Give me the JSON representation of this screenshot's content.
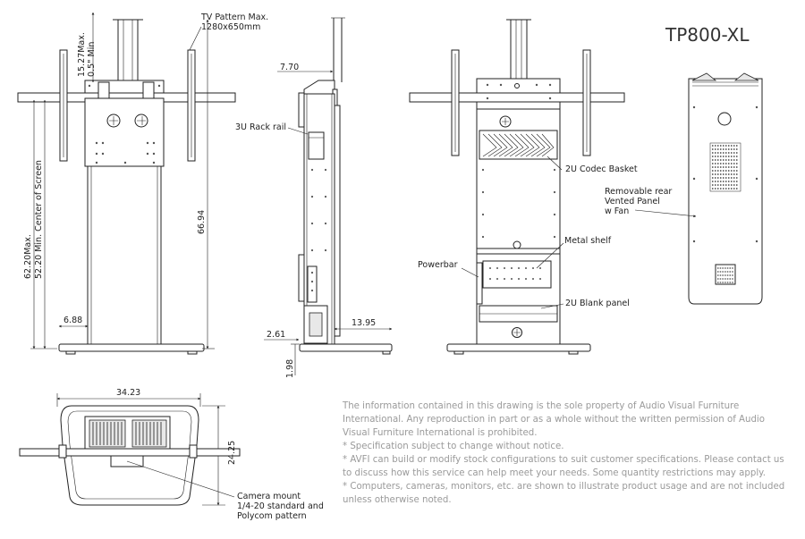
{
  "model": "TP800-XL",
  "labels": {
    "tv_pattern": [
      "TV Pattern Max.",
      "1280x650mm"
    ],
    "rack_rail": "3U Rack rail",
    "codec_basket": "2U Codec Basket",
    "rear_panel": [
      "Removable rear",
      "Vented Panel",
      "w Fan"
    ],
    "metal_shelf": "Metal shelf",
    "powerbar": "Powerbar",
    "blank_panel": "2U Blank panel",
    "camera_mount": [
      "Camera mount",
      "1/4-20 standard and",
      "Polycom pattern"
    ]
  },
  "dimensions": {
    "vertical_top": [
      "15.27Max.",
      "0.5\" Min"
    ],
    "center_screen": [
      "62.20Max.",
      "52.20 Min. Center of Screen"
    ],
    "height": "66.94",
    "base_offset": "6.88",
    "side_top": "7.70",
    "side_base": "13.95",
    "side_left": "2.61",
    "side_bottom": "1.98",
    "top_width": "34.23",
    "top_depth": "24.25"
  },
  "notes": [
    "The information contained in this drawing is the sole property of Audio Visual Furniture International. Any reproduction in part or as a whole without the written permission of Audio Visual Furniture International is prohibited.",
    "* Specification subject to change without notice.",
    "* AVFI can build or modify stock configurations to suit customer specifications. Please contact us to discuss how this service can help meet your needs. Some quantity restrictions may apply.",
    "* Computers, cameras, monitors, etc. are shown to illustrate product usage and are not included unless otherwise noted."
  ]
}
